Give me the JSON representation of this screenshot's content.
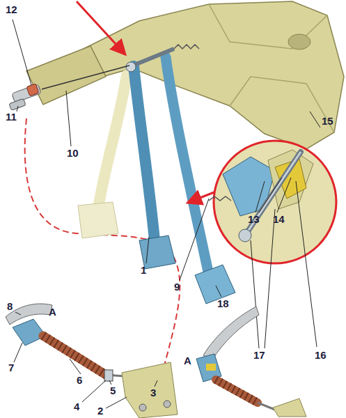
{
  "diagram": {
    "labels": [
      "12",
      "15",
      "11",
      "10",
      "13",
      "14",
      "9",
      "17",
      "16",
      "18",
      "1",
      "8",
      "A",
      "7",
      "6",
      "5",
      "4",
      "3",
      "2",
      "A"
    ]
  }
}
